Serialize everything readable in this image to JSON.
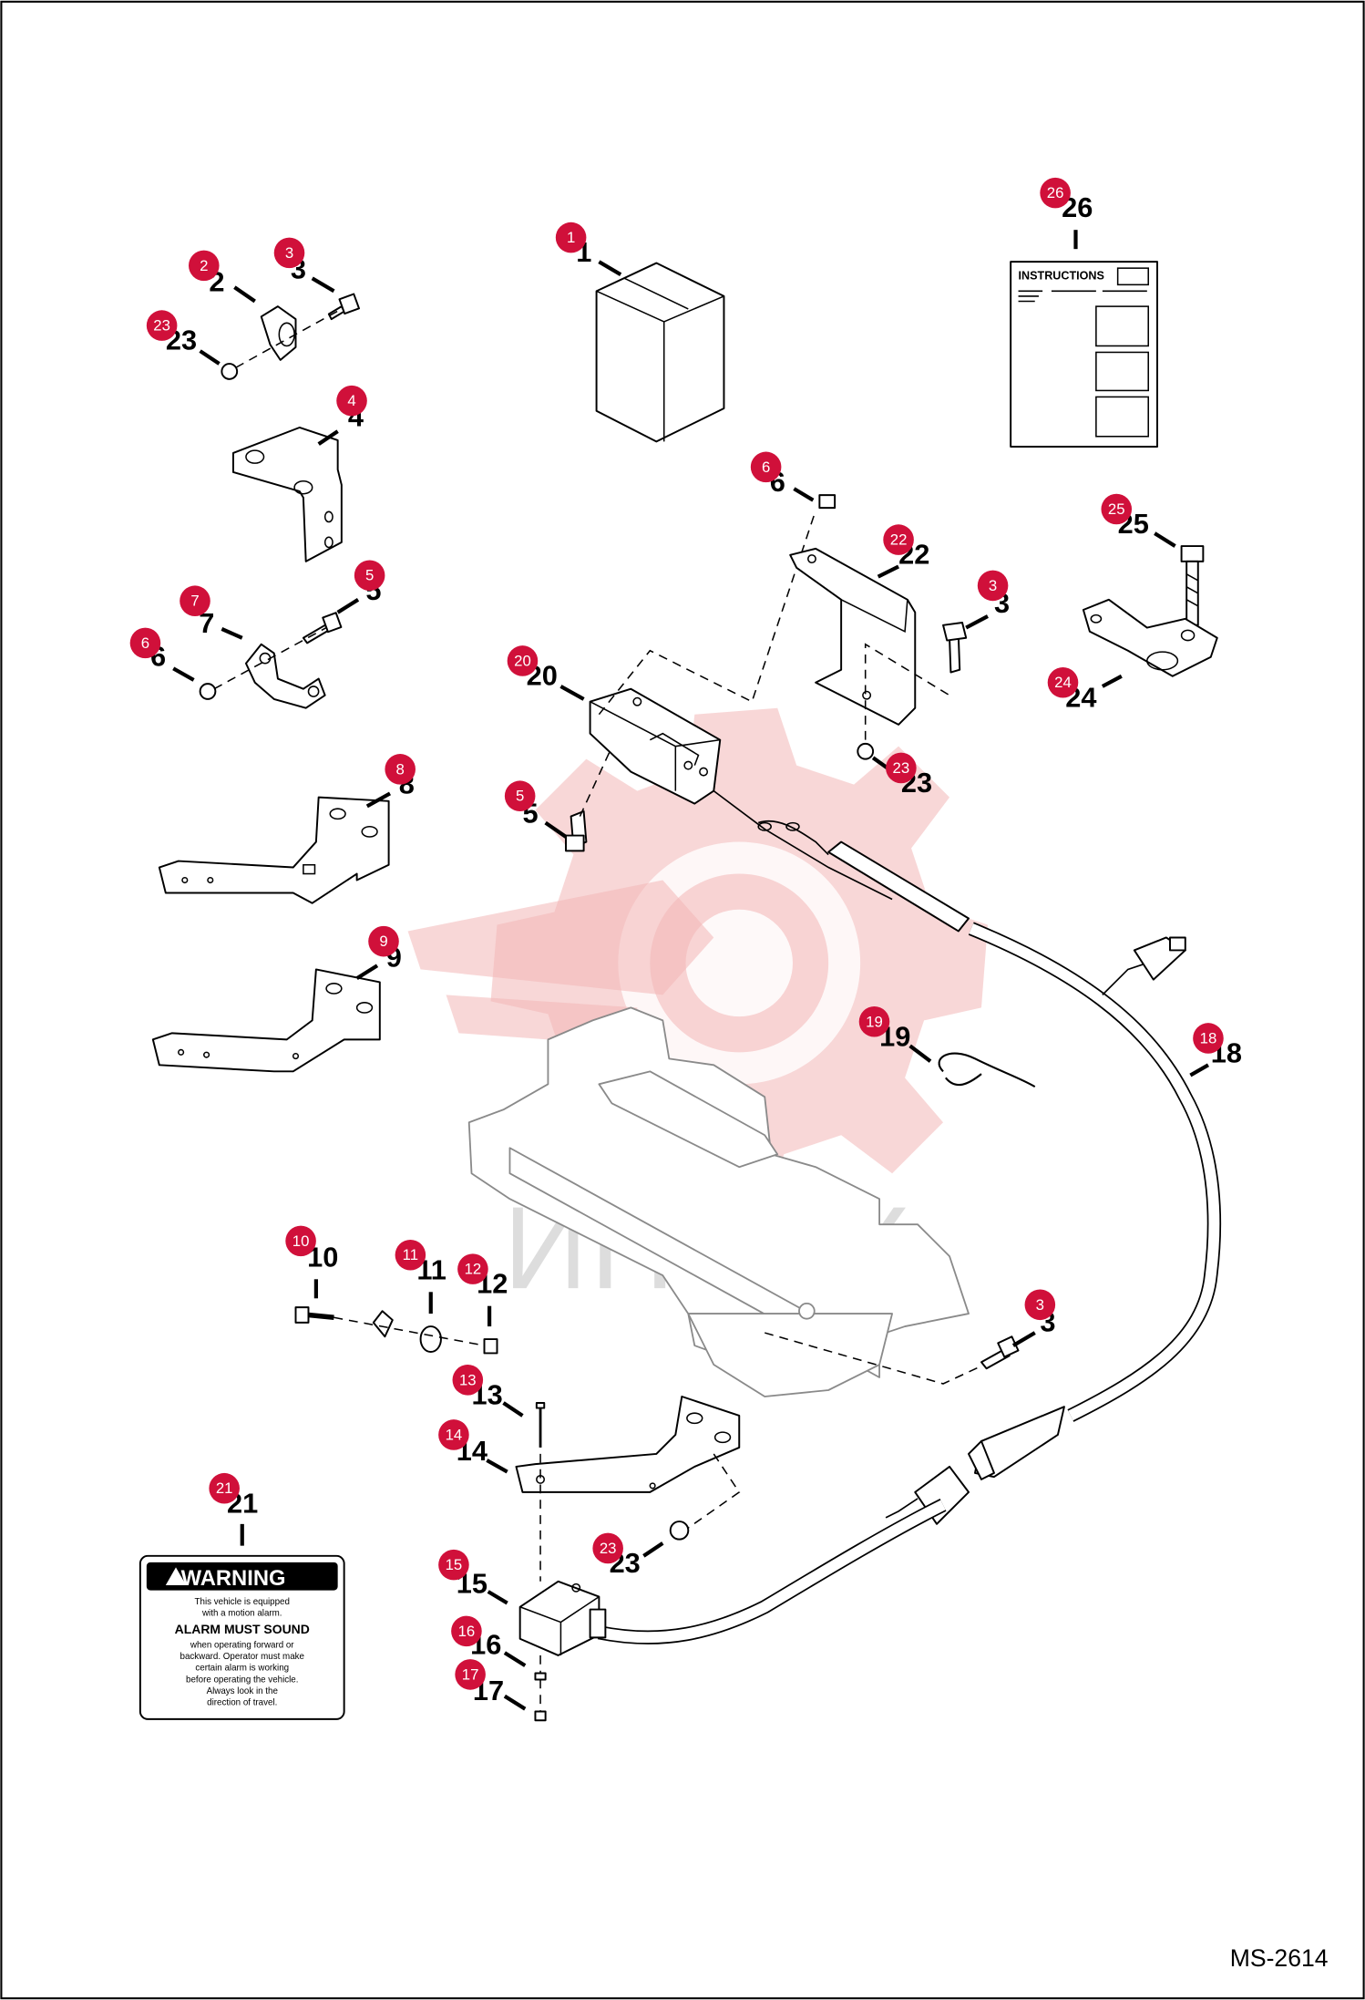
{
  "drawing_id": "MS-2614",
  "watermark_text": "ИНТЕХ",
  "instructions_sheet": {
    "title": "INSTRUCTIONS"
  },
  "warning_decal": {
    "title": "WARNING",
    "line1": "This vehicle is equipped",
    "line2": "with a motion alarm.",
    "emphasis": "ALARM MUST SOUND",
    "line3": "when operating forward or",
    "line4": "backward. Operator must make",
    "line5": "certain alarm is working",
    "line6": "before operating the vehicle.",
    "line7": "Always look in the",
    "line8": "direction of travel."
  },
  "callouts": [
    {
      "id": "c1",
      "number": "1"
    },
    {
      "id": "c2",
      "number": "2"
    },
    {
      "id": "c3a",
      "number": "3"
    },
    {
      "id": "c23a",
      "number": "23"
    },
    {
      "id": "c4",
      "number": "4"
    },
    {
      "id": "c5a",
      "number": "5"
    },
    {
      "id": "c7",
      "number": "7"
    },
    {
      "id": "c6a",
      "number": "6"
    },
    {
      "id": "c8",
      "number": "8"
    },
    {
      "id": "c9",
      "number": "9"
    },
    {
      "id": "c26",
      "number": "26"
    },
    {
      "id": "c6b",
      "number": "6"
    },
    {
      "id": "c22",
      "number": "22"
    },
    {
      "id": "c3b",
      "number": "3"
    },
    {
      "id": "c25",
      "number": "25"
    },
    {
      "id": "c24",
      "number": "24"
    },
    {
      "id": "c20",
      "number": "20"
    },
    {
      "id": "c23b",
      "number": "23"
    },
    {
      "id": "c5b",
      "number": "5"
    },
    {
      "id": "c19",
      "number": "19"
    },
    {
      "id": "c18",
      "number": "18"
    },
    {
      "id": "c10",
      "number": "10"
    },
    {
      "id": "c11",
      "number": "11"
    },
    {
      "id": "c12",
      "number": "12"
    },
    {
      "id": "c3c",
      "number": "3"
    },
    {
      "id": "c13",
      "number": "13"
    },
    {
      "id": "c14",
      "number": "14"
    },
    {
      "id": "c21",
      "number": "21"
    },
    {
      "id": "c23c",
      "number": "23"
    },
    {
      "id": "c15",
      "number": "15"
    },
    {
      "id": "c16",
      "number": "16"
    },
    {
      "id": "c17",
      "number": "17"
    }
  ]
}
